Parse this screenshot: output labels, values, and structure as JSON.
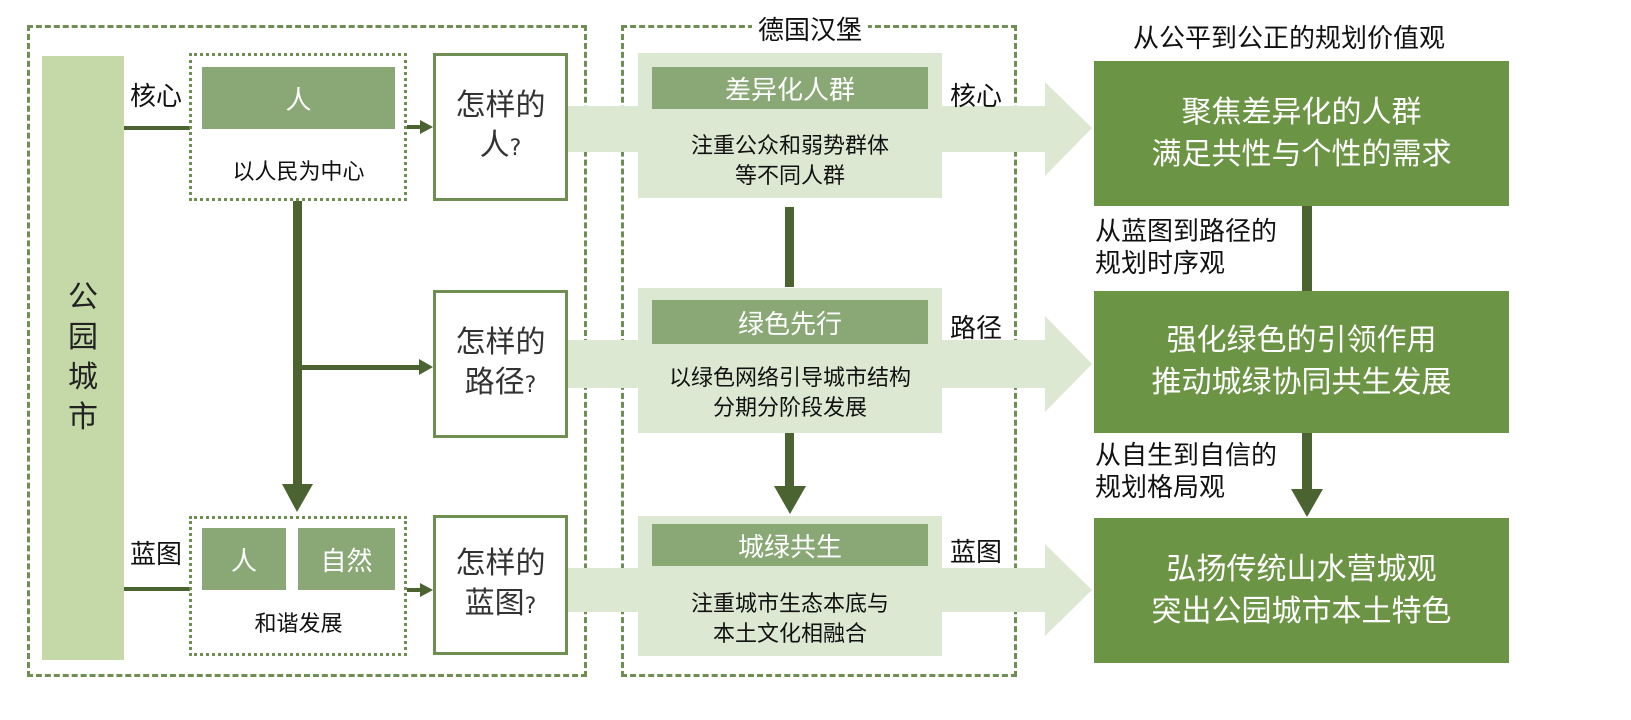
{
  "left": {
    "main_bar": [
      "公",
      "园",
      "城",
      "市"
    ],
    "label_core": "核心",
    "label_blueprint": "蓝图",
    "people_box": "人",
    "people_center": "以人民为中心",
    "harmony_people": "人",
    "harmony_nature": "自然",
    "harmony_text": "和谐发展",
    "questions": [
      {
        "line1": "怎样的",
        "line2": "人",
        "mark": "?"
      },
      {
        "line1": "怎样的",
        "line2": "路径",
        "mark": "?"
      },
      {
        "line1": "怎样的",
        "line2": "蓝图",
        "mark": "?"
      }
    ]
  },
  "middle": {
    "title": "德国汉堡",
    "panels": [
      {
        "head": "差异化人群",
        "line1": "注重公众和弱势群体",
        "line2": "等不同人群",
        "side": "核心"
      },
      {
        "head": "绿色先行",
        "line1": "以绿色网络引导城市结构",
        "line2": "分期分阶段发展",
        "side": "路径"
      },
      {
        "head": "城绿共生",
        "line1": "注重城市生态本底与",
        "line2": "本土文化相融合",
        "side": "蓝图"
      }
    ]
  },
  "right": {
    "title": "从公平到公正的规划价值观",
    "boxes": [
      {
        "line1": "聚焦差异化的人群",
        "line2": "满足共性与个性的需求"
      },
      {
        "line1": "强化绿色的引领作用",
        "line2": "推动城绿协同共生发展"
      },
      {
        "line1": "弘扬传统山水营城观",
        "line2": "突出公园城市本土特色"
      }
    ],
    "link1": {
      "line1": "从蓝图到路径的",
      "line2": "规划时序观"
    },
    "link2": {
      "line1": "从自生到自信的",
      "line2": "规划格局观"
    }
  },
  "colors": {
    "dark_green": "#4a6330",
    "mid_green": "#8aa876",
    "light_green": "#dde8d2",
    "box_green": "#6c9445",
    "bar_green": "#c5d9a8"
  }
}
